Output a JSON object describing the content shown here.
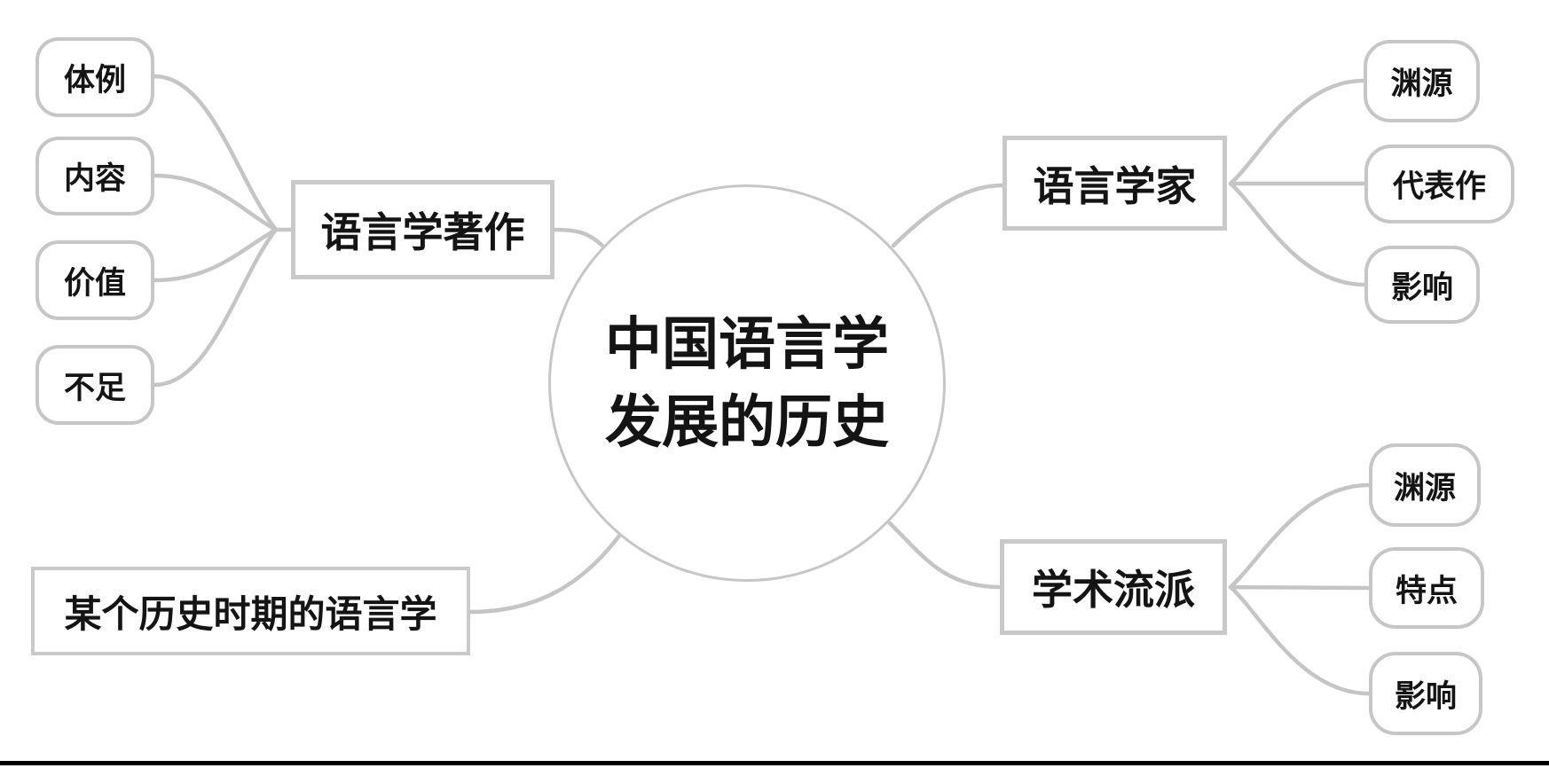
{
  "root": {
    "title_line1": "中国语言学",
    "title_line2": "发展的历史"
  },
  "branches": {
    "works": {
      "label": "语言学著作",
      "children": [
        "体例",
        "内容",
        "价值",
        "不足"
      ]
    },
    "linguists": {
      "label": "语言学家",
      "children": [
        "渊源",
        "代表作",
        "影响"
      ]
    },
    "schools": {
      "label": "学术流派",
      "children": [
        "渊源",
        "特点",
        "影响"
      ]
    },
    "period": {
      "label": "某个历史时期的语言学"
    }
  },
  "colors": {
    "connector": "#c5c5c5",
    "node_border": "#c6c6c6",
    "text": "#141414",
    "background": "#ffffff",
    "bottom_rule": "#000000"
  }
}
